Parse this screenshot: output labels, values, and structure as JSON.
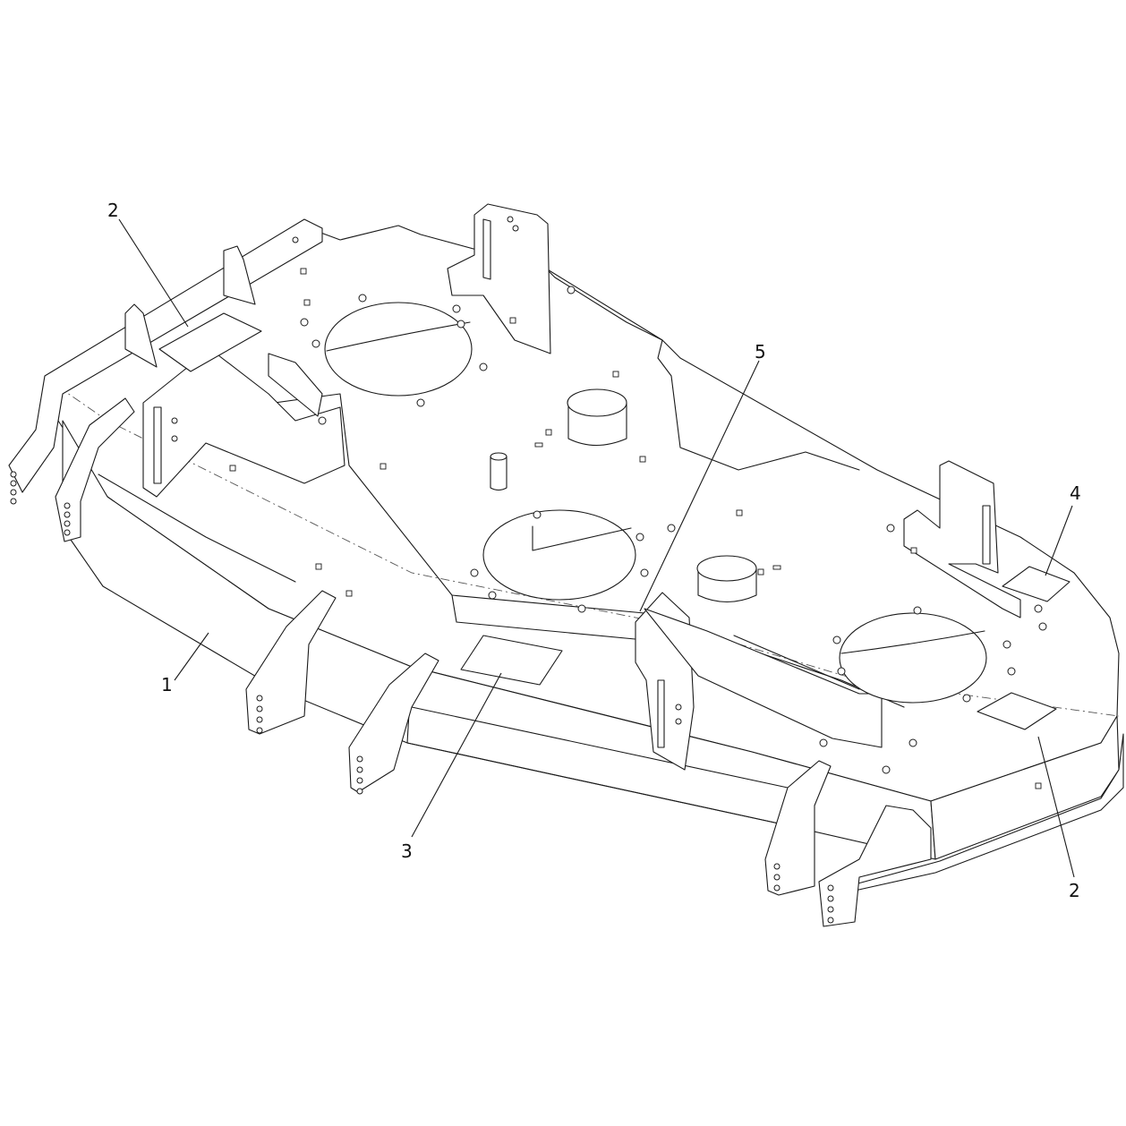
{
  "callouts": [
    {
      "id": "c1",
      "label": "1"
    },
    {
      "id": "c2a",
      "label": "2"
    },
    {
      "id": "c2b",
      "label": "2"
    },
    {
      "id": "c3",
      "label": "3"
    },
    {
      "id": "c4",
      "label": "4"
    },
    {
      "id": "c5",
      "label": "5"
    }
  ]
}
